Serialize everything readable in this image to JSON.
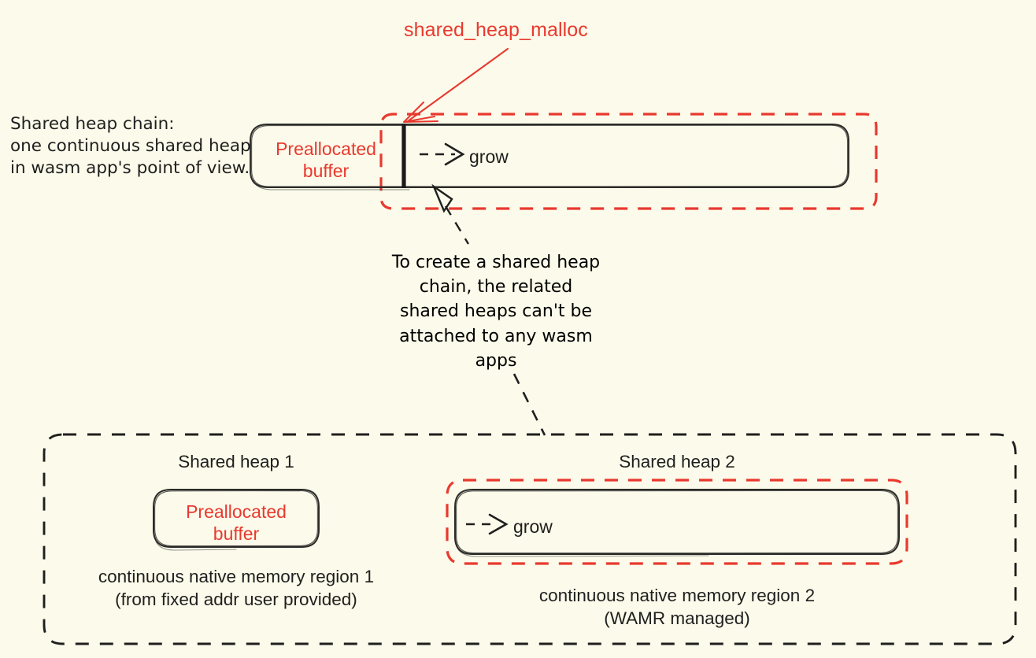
{
  "figure": {
    "background_color": "#fcfaea",
    "accent_red": "#e8392f",
    "stroke_black": "#1f1f1f"
  },
  "callout": {
    "malloc_label": "shared_heap_malloc"
  },
  "left_description": {
    "line1": "Shared heap chain:",
    "line2": "one continuous shared heap",
    "line3": "in wasm app's point of view."
  },
  "top_diagram": {
    "prealloc_line1": "Preallocated",
    "prealloc_line2": "buffer",
    "grow_label": "grow"
  },
  "note": {
    "line1": "To create a shared heap",
    "line2": "chain, the related",
    "line3": "shared heaps can't be",
    "line4": "attached to any wasm",
    "line5": "apps"
  },
  "bottom": {
    "heap1": {
      "title": "Shared heap 1",
      "box_line1": "Preallocated",
      "box_line2": "buffer",
      "caption_line1": "continuous native memory region 1",
      "caption_line2": "(from fixed addr user provided)"
    },
    "heap2": {
      "title": "Shared heap 2",
      "grow_label": "grow",
      "caption_line1": "continuous native memory region 2",
      "caption_line2": "(WAMR managed)"
    }
  }
}
